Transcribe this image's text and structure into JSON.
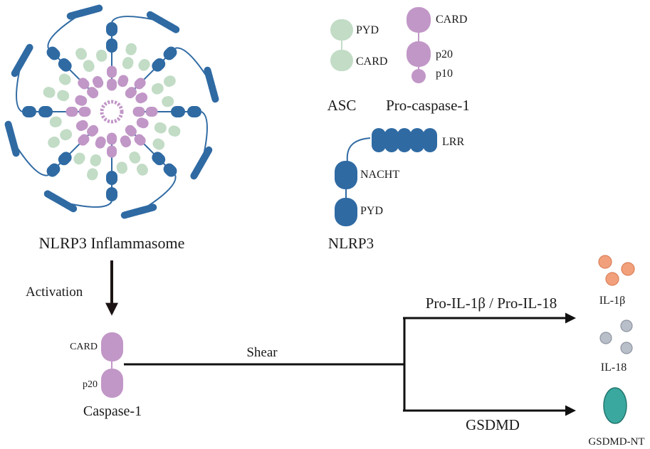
{
  "inflammasome": {
    "label": "NLRP3 Inflammasome"
  },
  "legend": {
    "asc": {
      "label": "ASC",
      "domains": [
        "PYD",
        "CARD"
      ]
    },
    "procaspase": {
      "label": "Pro-caspase-1",
      "domains": [
        "CARD",
        "p20",
        "p10"
      ]
    },
    "nlrp3": {
      "label": "NLRP3",
      "domains": [
        "LRR",
        "NACHT",
        "PYD"
      ]
    }
  },
  "flow": {
    "activation_label": "Activation",
    "caspase": {
      "label": "Caspase-1",
      "domains": [
        "CARD",
        "p20"
      ]
    },
    "shear_label": "Shear",
    "upper_branch_label": "Pro-IL-1β / Pro-IL-18",
    "lower_branch_label": "GSDMD",
    "products": {
      "il1b": "IL-1β",
      "il18": "IL-18",
      "gsdmd_nt": "GSDMD-NT"
    }
  },
  "colors": {
    "nlrp3_blue": "#2f6aa3",
    "asc_green": "#c2dcc6",
    "caspase_purple": "#c197c7",
    "il1b_orange": "#f2a07b",
    "il18_gray": "#b9bfc9",
    "gsdmd_teal": "#3aa89e",
    "arrow": "#111111"
  }
}
